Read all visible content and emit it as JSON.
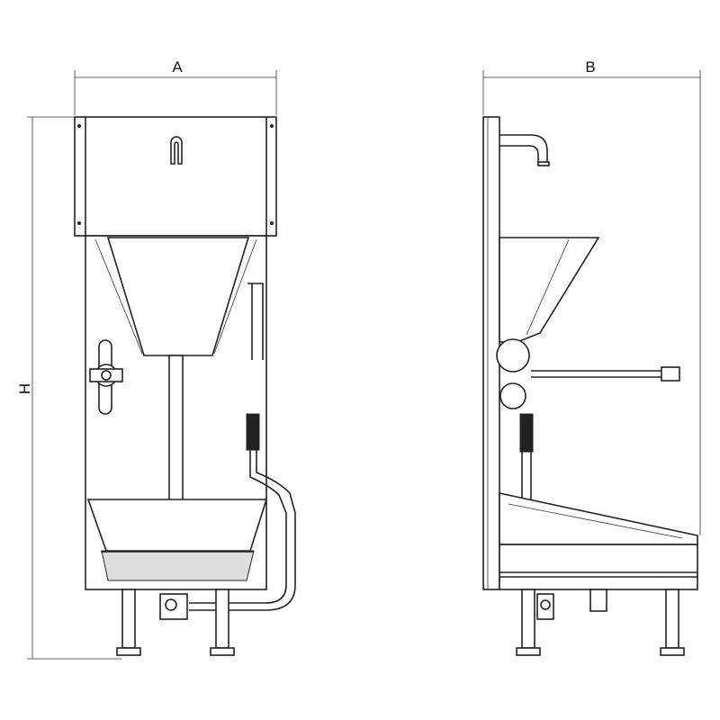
{
  "dimensions": {
    "width_label": "A",
    "depth_label": "B",
    "height_label": "H"
  },
  "colors": {
    "line": "#222222",
    "background": "#ffffff"
  }
}
